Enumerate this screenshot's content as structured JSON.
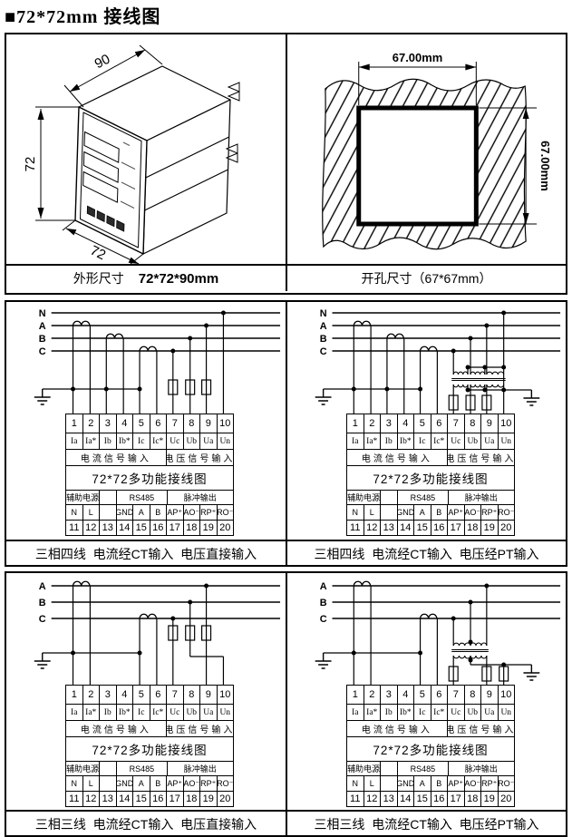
{
  "title": "■72*72mm 接线图",
  "outline_panel": {
    "dim_depth": "90",
    "dim_height": "72",
    "dim_width": "72",
    "caption_label": "外形尺寸",
    "caption_value": "72*72*90mm"
  },
  "cutout_panel": {
    "dim_width": "67.00mm",
    "dim_height": "67.00mm",
    "caption": "开孔尺寸（67*67mm）"
  },
  "terminal_block": {
    "top_numbers": [
      "1",
      "2",
      "3",
      "4",
      "5",
      "6",
      "7",
      "8",
      "9",
      "10"
    ],
    "top_labels": [
      "Ia",
      "Ia*",
      "Ib",
      "Ib*",
      "Ic",
      "Ic*",
      "Uc",
      "Ub",
      "Ua",
      "Un"
    ],
    "current_group": "电流信号输入",
    "voltage_group": "电压信号输入",
    "center_title": "72*72多功能接线图",
    "aux_power": "辅助电源",
    "rs485": "RS485",
    "pulse_out": "脉冲输出",
    "bottom_labels": [
      "N",
      "L",
      "",
      "GND",
      "A",
      "B",
      "AP⁺",
      "AO⁻",
      "RP⁺",
      "RO⁻"
    ],
    "bottom_numbers": [
      "11",
      "12",
      "13",
      "14",
      "15",
      "16",
      "17",
      "18",
      "19",
      "20"
    ]
  },
  "diagrams": {
    "d1": {
      "bus": [
        "N",
        "A",
        "B",
        "C"
      ],
      "caption": "三相四线  电流经CT输入  电压直接输入"
    },
    "d2": {
      "bus": [
        "N",
        "A",
        "B",
        "C"
      ],
      "caption": "三相四线  电流经CT输入  电压经PT输入"
    },
    "d3": {
      "bus": [
        "A",
        "B",
        "C"
      ],
      "caption": "三相三线  电流经CT输入  电压直接输入"
    },
    "d4": {
      "bus": [
        "A",
        "B",
        "C"
      ],
      "caption": "三相三线  电流经CT输入  电压经PT输入"
    }
  }
}
